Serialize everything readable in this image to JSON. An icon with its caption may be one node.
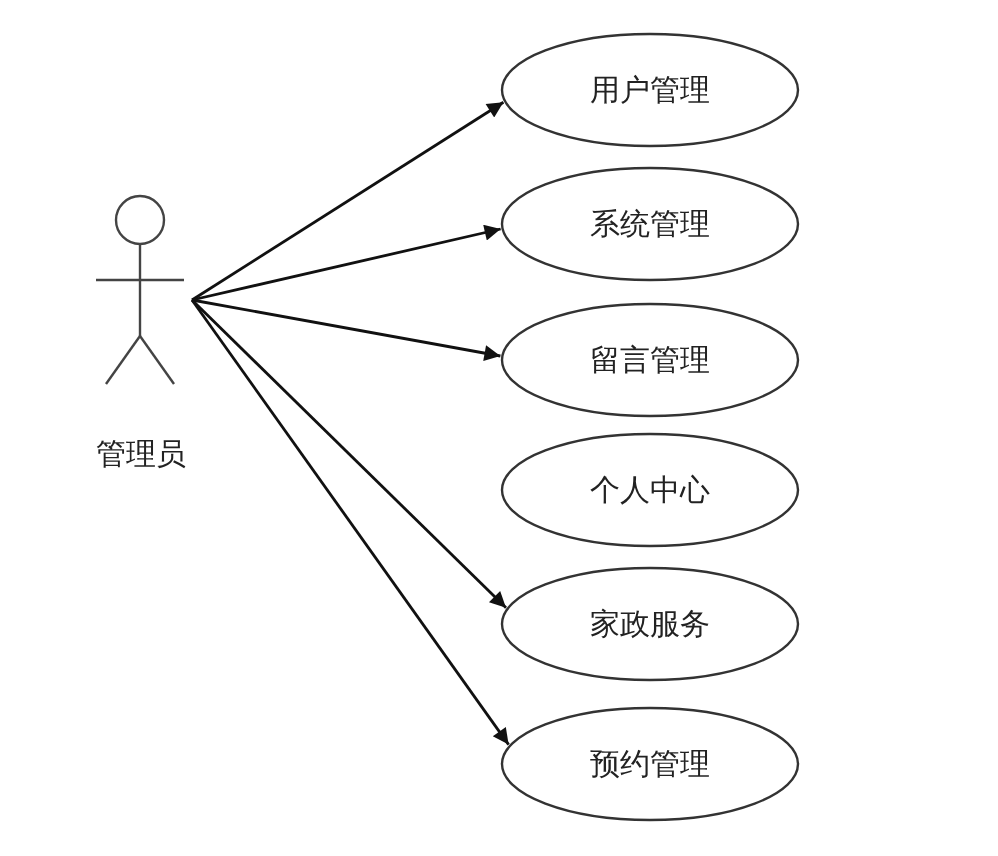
{
  "diagram": {
    "nodes": [
      {
        "text": [
          "管理员"
        ]
      },
      {
        "text": [
          "用户管理"
        ]
      },
      {
        "text": [
          "系统管理"
        ]
      },
      {
        "text": [
          "留言管理"
        ]
      },
      {
        "text": [
          "个人中心"
        ]
      },
      {
        "text": [
          "家政服务"
        ]
      },
      {
        "text": [
          "预约管理"
        ]
      }
    ],
    "edges": [
      {
        "from": 0,
        "to": 1,
        "arrow": "to"
      },
      {
        "from": 0,
        "to": 2,
        "arrow": "to"
      },
      {
        "from": 0,
        "to": 3,
        "arrow": "to"
      },
      {
        "from": 0,
        "to": 5,
        "arrow": "to"
      },
      {
        "from": 0,
        "to": 6,
        "arrow": "to"
      }
    ]
  }
}
